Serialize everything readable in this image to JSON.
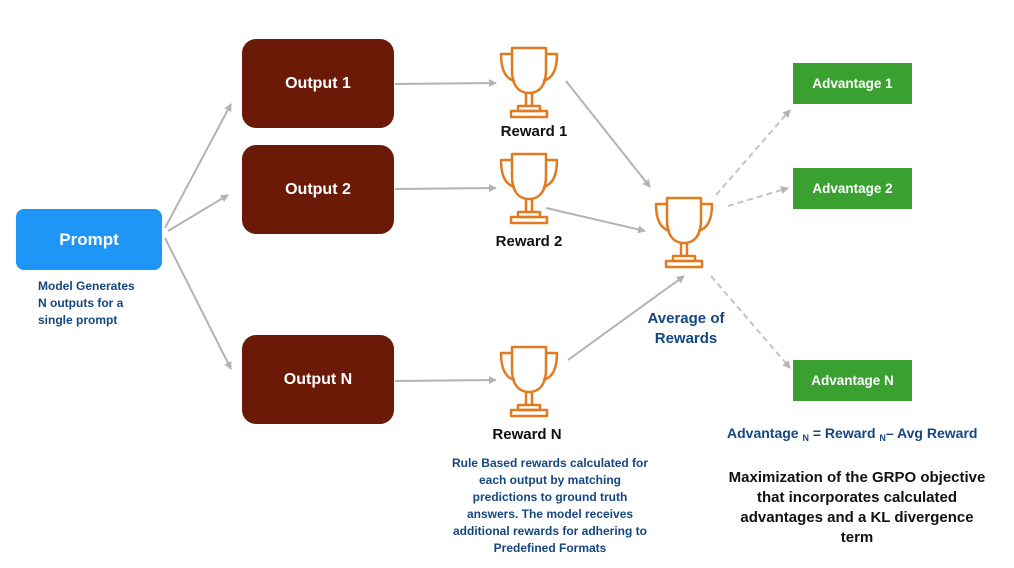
{
  "prompt": {
    "label": "Prompt",
    "note_lines": [
      "Model Generates",
      "N outputs for a",
      "single prompt"
    ]
  },
  "outputs": [
    "Output 1",
    "Output 2",
    "Output N"
  ],
  "rewards": [
    "Reward 1",
    "Reward 2",
    "Reward N"
  ],
  "average": {
    "lines": [
      "Average of",
      "Rewards"
    ]
  },
  "advantages": [
    "Advantage 1",
    "Advantage 2",
    "Advantage N"
  ],
  "formula": {
    "a": "Advantage",
    "sub1": "N",
    "b": " = Reward ",
    "sub2": "N",
    "c": "– Avg Reward"
  },
  "reward_note_lines": [
    "Rule Based rewards calculated for",
    "each output by matching",
    "predictions to ground truth",
    "answers. The model receives",
    "additional rewards for adhering to",
    "Predefined Formats"
  ],
  "objective_lines": [
    "Maximization of the GRPO objective",
    "that incorporates calculated",
    "advantages and a KL divergence",
    "term"
  ],
  "colors": {
    "prompt": "#1e96f7",
    "output": "#6b1a08",
    "advantage": "#3aa130",
    "trophy": "#e07b1f",
    "arrow": "#b3b3b3",
    "note_text": "#15467f"
  }
}
